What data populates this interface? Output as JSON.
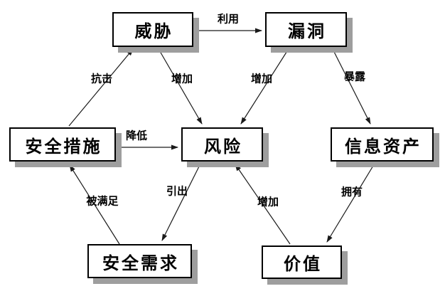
{
  "diagram": {
    "background": "#ffffff",
    "box_fill": "#ffffff",
    "box_border": "#000000",
    "box_shadow": "#9e9e9e",
    "line_color": "#1a1a1a",
    "text_color": "#000000"
  },
  "nodes": [
    {
      "id": "threat",
      "label": "威胁"
    },
    {
      "id": "vulnerability",
      "label": "漏洞"
    },
    {
      "id": "security-measures",
      "label": "安全措施"
    },
    {
      "id": "risk",
      "label": "风险"
    },
    {
      "id": "information-assets",
      "label": "信息资产"
    },
    {
      "id": "security-requirements",
      "label": "安全需求"
    },
    {
      "id": "value",
      "label": "价值"
    }
  ],
  "edges": [
    {
      "label": "利用",
      "from": "threat",
      "to": "vulnerability"
    },
    {
      "label": "抗击",
      "from": "security-measures",
      "to": "threat"
    },
    {
      "label": "增加",
      "from": "threat",
      "to": "risk"
    },
    {
      "label": "增加",
      "from": "vulnerability",
      "to": "risk"
    },
    {
      "label": "暴露",
      "from": "vulnerability",
      "to": "information-assets"
    },
    {
      "label": "降低",
      "from": "security-measures",
      "to": "risk"
    },
    {
      "label": "被满足",
      "from": "security-requirements",
      "to": "security-measures"
    },
    {
      "label": "引出",
      "from": "risk",
      "to": "security-requirements"
    },
    {
      "label": "增加",
      "from": "value",
      "to": "risk"
    },
    {
      "label": "拥有",
      "from": "information-assets",
      "to": "value"
    }
  ]
}
